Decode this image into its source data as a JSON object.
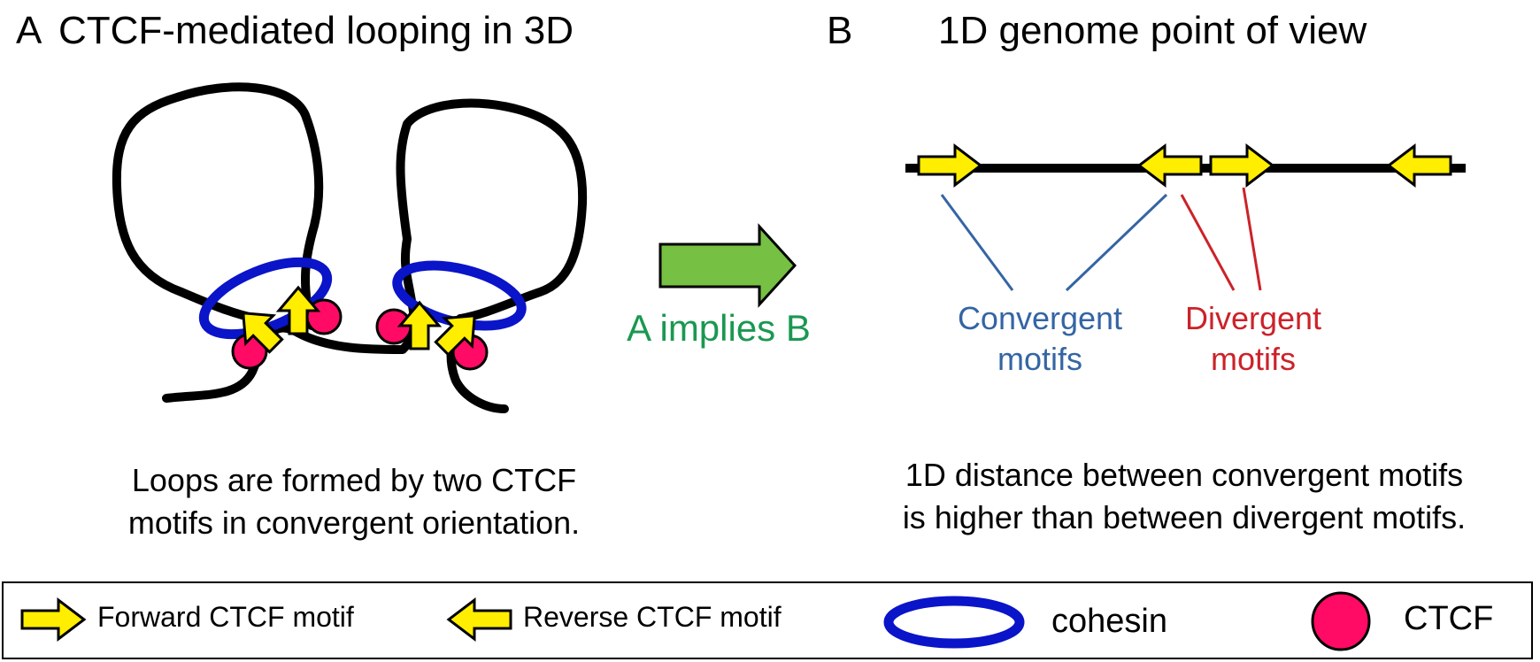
{
  "panel_a": {
    "letter": "A",
    "title": "CTCF-mediated looping in 3D",
    "caption_line1": "Loops are formed by two CTCF",
    "caption_line2": "motifs in convergent orientation."
  },
  "implication": {
    "label": "A implies B",
    "arrow_color": "#76c043",
    "label_color": "#1a9850"
  },
  "panel_b": {
    "letter": "B",
    "title": "1D genome point of view",
    "convergent_line1": "Convergent",
    "convergent_line2": "motifs",
    "divergent_line1": "Divergent",
    "divergent_line2": "motifs",
    "convergent_color": "#3465a4",
    "divergent_color": "#cc2229",
    "caption_line1": "1D distance between convergent motifs",
    "caption_line2": "is higher than between divergent motifs."
  },
  "legend": {
    "forward_label": "Forward CTCF motif",
    "reverse_label": "Reverse CTCF motif",
    "cohesin_label": "cohesin",
    "ctcf_label": "CTCF"
  },
  "colors": {
    "motif_fill": "#ffee00",
    "ctcf_fill": "#ff0a64",
    "cohesin_stroke": "#0a14c8",
    "chromatin": "#000000"
  }
}
